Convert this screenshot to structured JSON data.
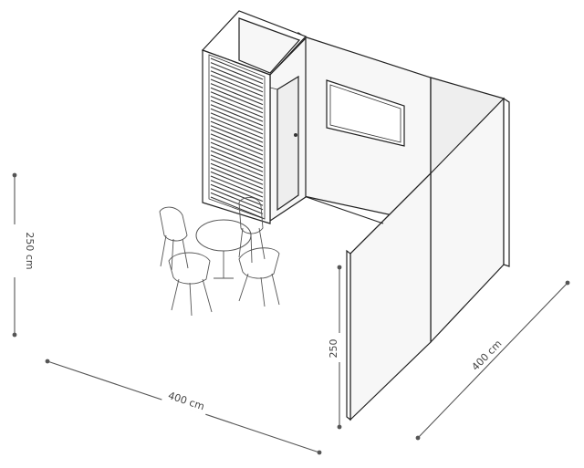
{
  "dimensions": {
    "height_total": "250 cm",
    "width_left": "400 cm",
    "width_right": "400 cm",
    "height_front_wall": "250"
  }
}
